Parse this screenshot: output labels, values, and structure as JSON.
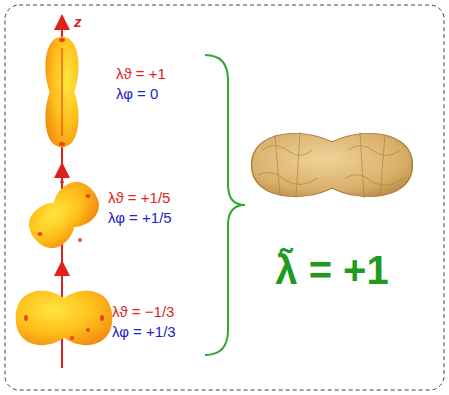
{
  "diagram": {
    "labels": [
      "z",
      "λϑ = +1",
      "λφ = 0",
      "λϑ = +1/5",
      "λφ = +1/5",
      "λϑ = −1/3",
      "λφ = +1/3",
      "λ̃ = +1"
    ]
  }
}
